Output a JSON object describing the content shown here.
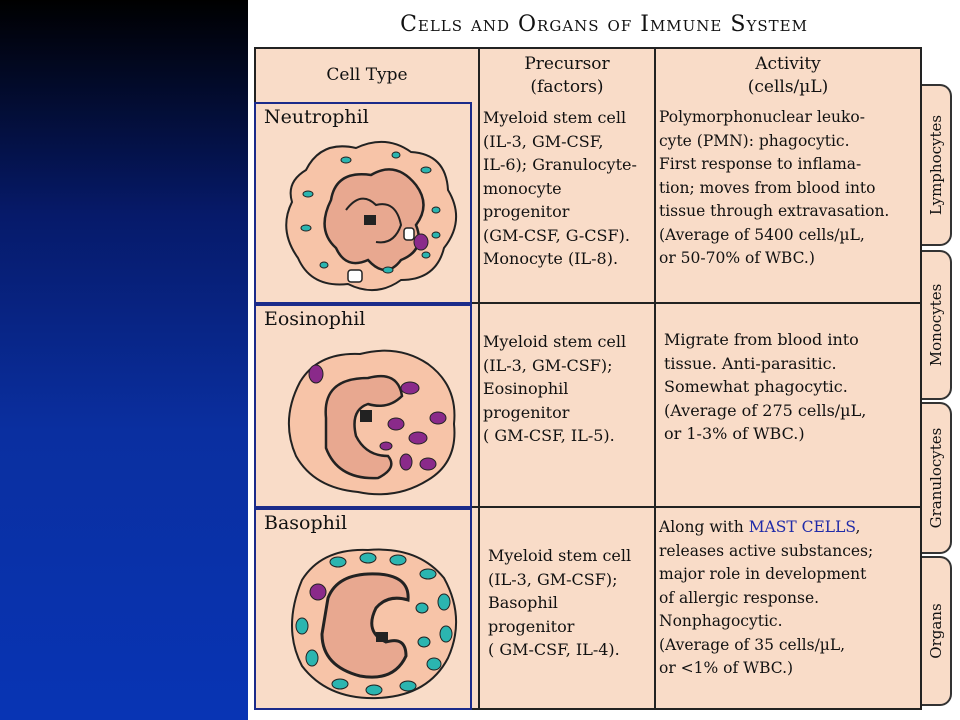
{
  "title": "Cells and Organs of Immune System",
  "headers": {
    "cell_type": "Cell Type",
    "precursor_line1": "Precursor",
    "precursor_line2": "(factors)",
    "activity_line1": "Activity",
    "activity_line2": "(cells/µL)"
  },
  "rows": [
    {
      "name": "Neutrophil",
      "precursor": "Myeloid stem cell\n(IL-3, GM-CSF,\nIL-6); Granulocyte-\nmonocyte\nprogenitor\n(GM-CSF, G-CSF).\nMonocyte (IL-8).",
      "activity": "Polymorphonuclear leuko-\ncyte (PMN): phagocytic.\nFirst response to inflama-\ntion; moves from blood into\ntissue through extravasation.\n(Average of 5400 cells/µL,\nor 50-70% of WBC.)"
    },
    {
      "name": "Eosinophil",
      "precursor": "Myeloid stem cell\n(IL-3, GM-CSF);\nEosinophil\nprogenitor\n( GM-CSF, IL-5).",
      "activity": "Migrate from blood into\ntissue. Anti-parasitic.\nSomewhat phagocytic.\n(Average of 275 cells/µL,\nor 1-3% of WBC.)"
    },
    {
      "name": "Basophil",
      "precursor": "Myeloid stem cell\n(IL-3, GM-CSF);\nBasophil\nprogenitor\n( GM-CSF, IL-4).",
      "activity_prefix": "Along with ",
      "activity_highlight": "MAST CELLS",
      "activity_suffix": ",",
      "activity_rest": "releases active substances;\nmajor role in development\nof allergic response.\nNonphagocytic.\n(Average of 35 cells/µL,\nor <1% of WBC.)"
    }
  ],
  "tabs": [
    "Lymphocytes",
    "Monocytes",
    "Granulocytes",
    "Organs"
  ],
  "colors": {
    "cell_fill": "#f9dcc8",
    "border": "#222222",
    "highlight": "#1f2aa8",
    "granule_cyan": "#2bb5b0",
    "granule_purple": "#8a2a8a"
  }
}
